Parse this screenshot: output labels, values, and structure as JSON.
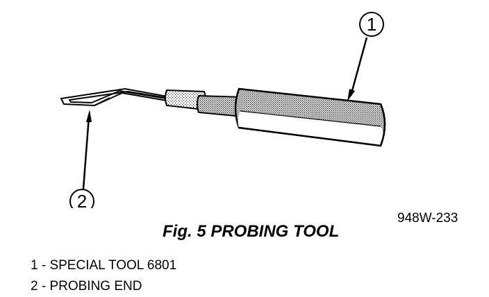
{
  "figure": {
    "code": "948W-233",
    "caption": "Fig. 5 PROBING TOOL",
    "callouts": [
      {
        "number": "1"
      },
      {
        "number": "2"
      }
    ],
    "legend": [
      {
        "text": "1 - SPECIAL TOOL 6801"
      },
      {
        "text": "2 - PROBING END"
      }
    ]
  }
}
